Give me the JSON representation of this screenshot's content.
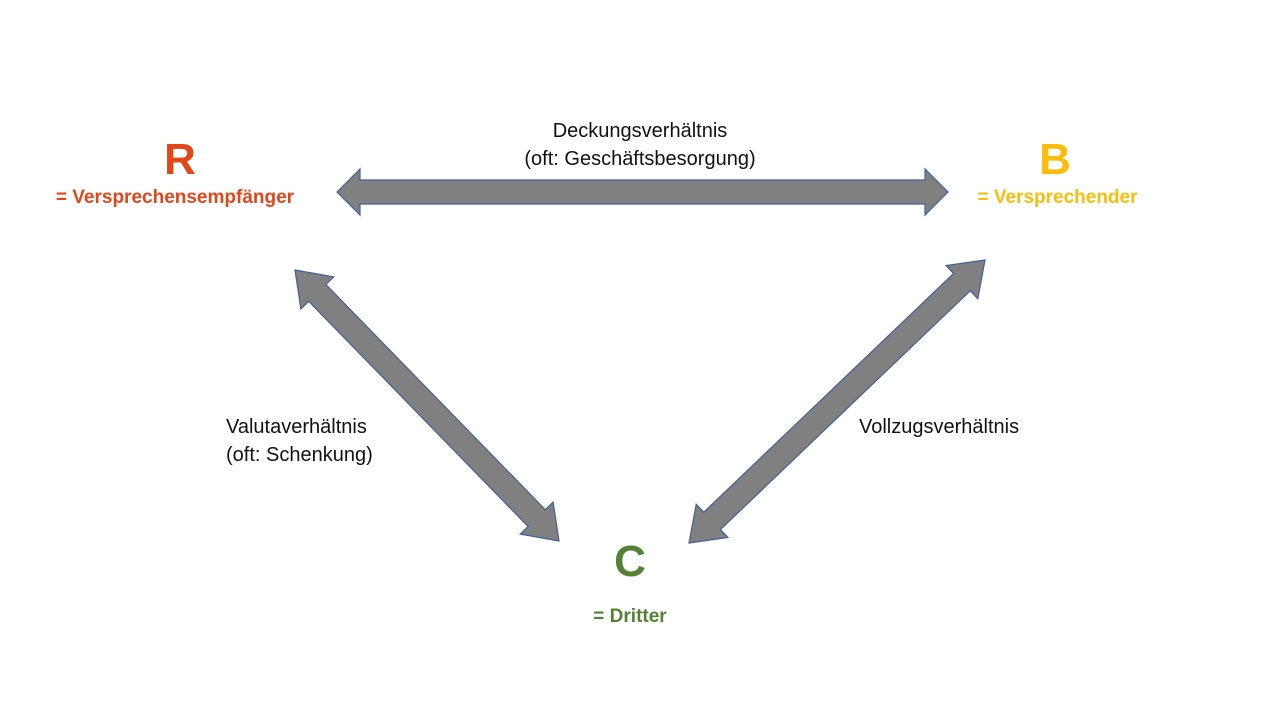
{
  "parties": {
    "R": {
      "letter": "R",
      "role": "= Versprechensempfänger",
      "color": "#e2471a"
    },
    "B": {
      "letter": "B",
      "role": "= Versprechender",
      "color": "#fbbd0b"
    },
    "C": {
      "letter": "C",
      "role": "= Dritter",
      "color": "#548235"
    }
  },
  "relations": {
    "deckung": {
      "line1": "Deckungsverhältnis",
      "line2": "(oft: Geschäftsbesorgung)"
    },
    "valuta": {
      "line1": "Valutaverhältnis",
      "line2": "(oft: Schenkung)"
    },
    "vollzug": {
      "line1": "Vollzugsverhältnis"
    }
  },
  "colors": {
    "arrow_fill": "#808080",
    "arrow_stroke": "#41609a",
    "text": "#111111"
  }
}
